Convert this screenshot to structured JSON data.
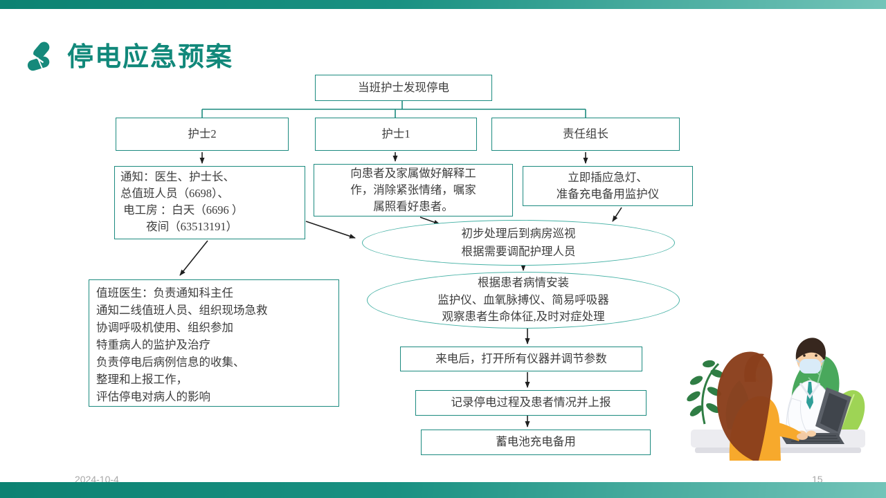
{
  "slide": {
    "title": "停电应急预案",
    "date": "2024-10-4",
    "page_number": "15"
  },
  "flowchart": {
    "top_box": "当班护士发现停电",
    "nurse2": "护士2",
    "nurse1": "护士1",
    "leader": "责任组长",
    "notify": "通知：医生、护士长、\n总值班人员（6698）、\n 电工房 ：白天（6696 ）\n         夜间（63513191）",
    "explain": "向患者及家属做好解释工\n作，消除紧张情绪，嘱家\n属照看好患者。",
    "emergency_light": "立即插应急灯、\n准备充电备用监护仪",
    "duty_doctor": "值班医生：负责通知科主任\n通知二线值班人员、组织现场急救\n协调呼吸机使用、组织参加\n特重病人的监护及治疗\n负责停电后病例信息的收集、\n整理和上报工作，\n评估停电对病人的影响",
    "patrol_ellipse": "初步处理后到病房巡视\n根据需要调配护理人员",
    "install_ellipse": "根据患者病情安装\n监护仪、血氧脉搏仪、简易呼吸器\n观察患者生命体征,及时对症处理",
    "power_on": "来电后，打开所有仪器并调节参数",
    "record": "记录停电过程及患者情况并上报",
    "battery": "蓄电池充电备用"
  },
  "icons": {
    "title_icon": "pills-icon"
  },
  "colors": {
    "bar_gradient_start": "#0c8272",
    "bar_gradient_end": "#73c4b9",
    "title_color": "#11887a",
    "box_border": "#1b8a7f",
    "ellipse_border": "#45b1a5",
    "text_color": "#3d3d3d",
    "arrow_color": "#1f1f1f",
    "footer_color": "#a7a7a7"
  }
}
